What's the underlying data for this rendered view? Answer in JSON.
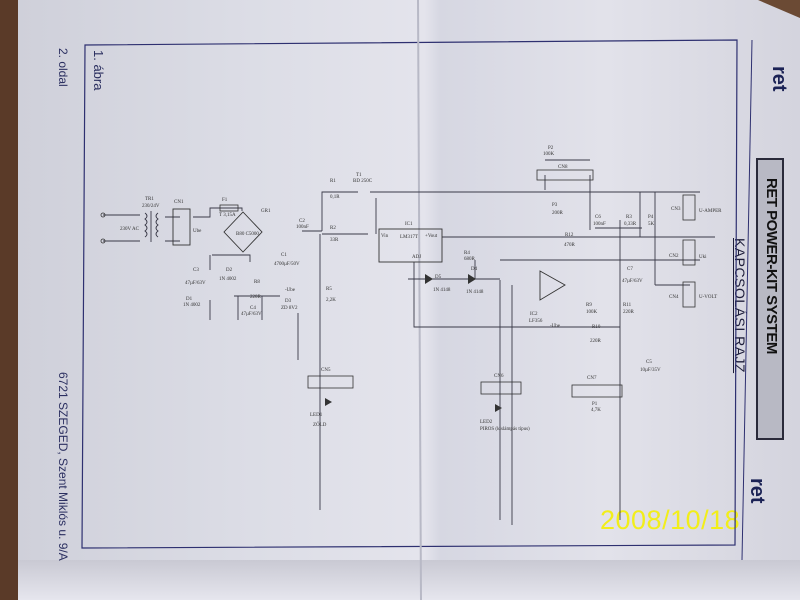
{
  "page": {
    "figure_label": "1. ábra",
    "page_label": "2. oldal",
    "address": "6721 SZEGED, Szent Miklós u. 9/A",
    "title": "KAPCSOLÁSI RAJZ",
    "brand": "RET POWER-KIT SYSTEM",
    "logo_text": "ret",
    "date_stamp": "2008/10/18"
  },
  "components": {
    "TR1": {
      "ref": "TR1",
      "value": "230/24V",
      "note": "230V AC"
    },
    "CN1": {
      "ref": "CN1",
      "value": "Ube"
    },
    "F1": {
      "ref": "F1",
      "value": "T 3,15A"
    },
    "GR1": {
      "ref": "GR1",
      "value": "B80 C5000"
    },
    "C1": {
      "ref": "C1",
      "value": "4700µF/50V"
    },
    "C2": {
      "ref": "C2",
      "value": "100nF"
    },
    "C3": {
      "ref": "C3",
      "value": "47µF/63V"
    },
    "D1": {
      "ref": "D1",
      "value": "1N 4002"
    },
    "D2": {
      "ref": "D2",
      "value": "1N 4002"
    },
    "R8": {
      "ref": "R8",
      "value": "220R",
      "note": "-Ube"
    },
    "C4": {
      "ref": "C4",
      "value": "47µF/63V"
    },
    "D3": {
      "ref": "D3",
      "value": "ZD 8V2"
    },
    "R1": {
      "ref": "R1",
      "value": "0,1R"
    },
    "T1": {
      "ref": "T1",
      "value": "BD 250C"
    },
    "R2": {
      "ref": "R2",
      "value": "33R"
    },
    "R5": {
      "ref": "R5",
      "value": "2,2K"
    },
    "IC1": {
      "ref": "IC1",
      "value": "LM317T",
      "vin": "Vin",
      "vout": "+Vout",
      "adj": "ADJ"
    },
    "R4": {
      "ref": "R4",
      "value": "680R"
    },
    "D5": {
      "ref": "D5",
      "value": "1N 4148"
    },
    "D4": {
      "ref": "D4",
      "value": "1N 4148"
    },
    "P2": {
      "ref": "P2",
      "value": "100K"
    },
    "CN8": {
      "ref": "CN8"
    },
    "P3": {
      "ref": "P3",
      "value": "200R"
    },
    "R12": {
      "ref": "R12",
      "value": "470R"
    },
    "C6": {
      "ref": "C6",
      "value": "100nF"
    },
    "R3": {
      "ref": "R3",
      "value": "0,33R"
    },
    "P4": {
      "ref": "P4",
      "value": "5K"
    },
    "CN3": {
      "ref": "CN3",
      "value": "U-AMPER"
    },
    "CN2": {
      "ref": "CN2",
      "value": "Uki"
    },
    "CN4": {
      "ref": "CN4",
      "value": "U-VOLT"
    },
    "C7": {
      "ref": "C7",
      "value": "47µF/63V"
    },
    "IC2": {
      "ref": "IC2",
      "value": "LF356",
      "note": "-Ube"
    },
    "R9": {
      "ref": "R9",
      "value": "100K"
    },
    "R11": {
      "ref": "R11",
      "value": "220R"
    },
    "R10": {
      "ref": "R10",
      "value": "220R"
    },
    "C5": {
      "ref": "C5",
      "value": "10µF/35V"
    },
    "CN5": {
      "ref": "CN5"
    },
    "LED1": {
      "ref": "LED1",
      "value": "ZÖLD"
    },
    "CN6": {
      "ref": "CN6"
    },
    "LED2": {
      "ref": "LED2",
      "value": "PIROS (kislámpás típus)"
    },
    "CN7": {
      "ref": "CN7"
    },
    "P1": {
      "ref": "P1",
      "value": "4,7K"
    }
  }
}
